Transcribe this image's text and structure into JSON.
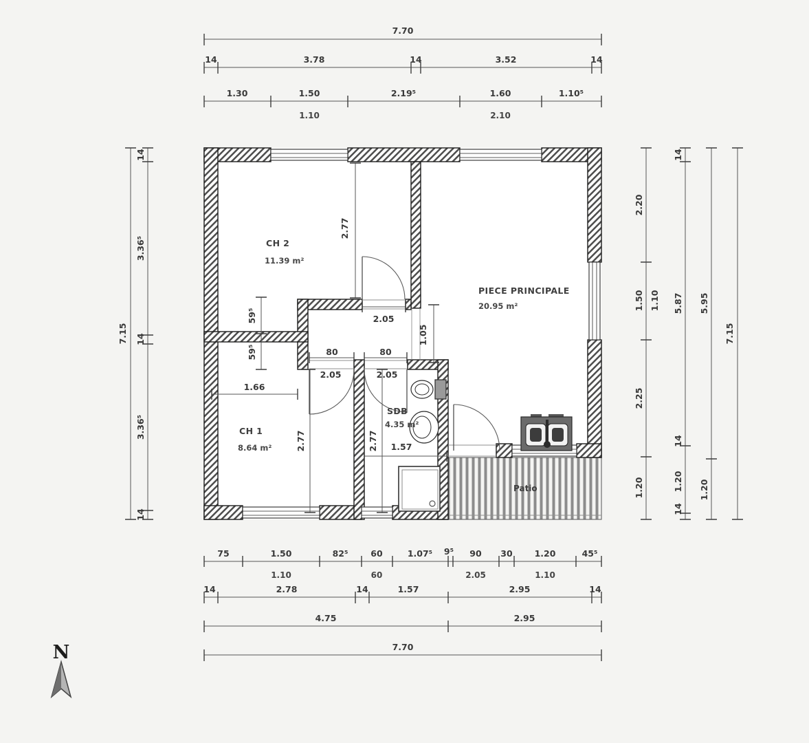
{
  "plan": {
    "compass": "N",
    "rooms": {
      "ch2": {
        "name": "CH 2",
        "area": "11.39 m²"
      },
      "principale": {
        "name": "PIECE PRINCIPALE",
        "area": "20.95 m²"
      },
      "ch1": {
        "name": "CH 1",
        "area": "8.64 m²"
      },
      "sdb": {
        "name": "SDB",
        "area": "4.35 m²"
      },
      "patio": {
        "name": "Patio"
      }
    },
    "dims": {
      "top": {
        "total": "7.70",
        "walls": [
          "14",
          "3.78",
          "14",
          "3.52",
          "14"
        ],
        "openings": [
          "1.30",
          "1.50",
          "2.19⁵",
          "1.60",
          "1.10⁵"
        ],
        "sub": [
          "1.10",
          "2.10"
        ]
      },
      "bottom": {
        "openings": [
          "75",
          "1.50",
          "82⁵",
          "60",
          "1.07⁵",
          "9⁵",
          "90",
          "30",
          "1.20",
          "45⁵"
        ],
        "sub": [
          "1.10",
          "60",
          "2.05",
          "1.10"
        ],
        "walls": [
          "14",
          "2.78",
          "14",
          "1.57",
          "2.95",
          "14"
        ],
        "halves": [
          "4.75",
          "2.95"
        ],
        "total": "7.70"
      },
      "left": {
        "total": "7.15",
        "walls": [
          "14",
          "3.36⁵",
          "14",
          "3.36⁵",
          "14"
        ]
      },
      "right": {
        "col1": [
          "2.20",
          "1.50",
          "2.25",
          "1.20"
        ],
        "col1_sub": "1.10",
        "col2": [
          "14",
          "5.87",
          "14",
          "1.20",
          "14"
        ],
        "col3": [
          "5.95",
          "1.20"
        ],
        "total": "7.15"
      },
      "interior": {
        "ch2_depth": "2.77",
        "ch2_door": {
          "w": "80",
          "h": "2.05"
        },
        "ch1_door": {
          "w": "80",
          "h": "2.05"
        },
        "sdb_door": {
          "w": "80",
          "h": "2.05"
        },
        "niche_upper": "59⁵",
        "niche_lower": "59⁵",
        "ch1_width": "1.66",
        "passage_width": "1.05",
        "ch1_depth": "2.77",
        "sdb_depth": "2.77",
        "sdb_width": "1.57"
      }
    }
  }
}
